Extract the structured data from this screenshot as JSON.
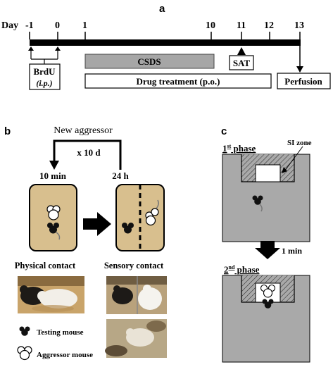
{
  "panel_a": {
    "label": "a",
    "day_prefix": "Day",
    "ticks": [
      "-1",
      "0",
      "1",
      "10",
      "11",
      "12",
      "13"
    ],
    "brdu_line1": "BrdU",
    "brdu_line2": "(i.p.)",
    "csds_label": "CSDS",
    "sat_label": "SAT",
    "drug_label": "Drug treatment (p.o.)",
    "perfusion_label": "Perfusion",
    "csds_fill": "#a6a6a6"
  },
  "panel_b": {
    "label": "b",
    "new_aggressor": "New aggressor",
    "repeat": "x 10 d",
    "time_left": "10 min",
    "time_right": "24 h",
    "physical_contact": "Physical contact",
    "sensory_contact": "Sensory contact",
    "legend_testing": "Testing mouse",
    "legend_aggressor": "Aggressor mouse",
    "arena_color": "#d8bf8e"
  },
  "panel_c": {
    "label": "c",
    "phase1": "1st phase",
    "phase2": "2nd phase",
    "si_zone": "SI zone",
    "interval": "1 min",
    "arena_color": "#a9a9a9"
  }
}
